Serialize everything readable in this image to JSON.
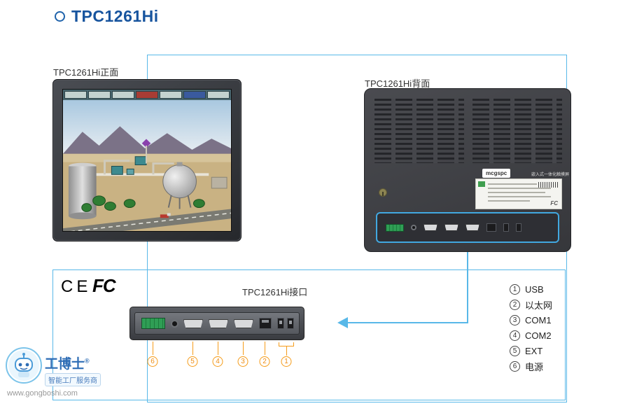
{
  "page": {
    "title": "TPC1261Hi"
  },
  "sections": {
    "front_label": "TPC1261Hi正面",
    "back_label": "TPC1261Hi背面",
    "interface_label": "TPC1261Hi接口"
  },
  "certs": {
    "ce": "CE",
    "fcc": "FC"
  },
  "back_panel": {
    "badge": "mcgspc",
    "badge_text": "嵌入式一体化触摸屏",
    "sticker_fcc": "FC"
  },
  "legend": {
    "items": [
      {
        "num": "1",
        "label": "USB"
      },
      {
        "num": "2",
        "label": "以太网"
      },
      {
        "num": "3",
        "label": "COM1"
      },
      {
        "num": "4",
        "label": "COM2"
      },
      {
        "num": "5",
        "label": "EXT"
      },
      {
        "num": "6",
        "label": "电源"
      }
    ]
  },
  "callouts": [
    "6",
    "5",
    "4",
    "3",
    "2",
    "1"
  ],
  "watermark": {
    "name": "工博士",
    "reg": "®",
    "tagline": "智能工厂服务商",
    "url": "www.gongboshi.com"
  },
  "colors": {
    "title_blue": "#17549e",
    "line_blue": "#58b8e8",
    "callout_orange": "#f59c1a"
  }
}
